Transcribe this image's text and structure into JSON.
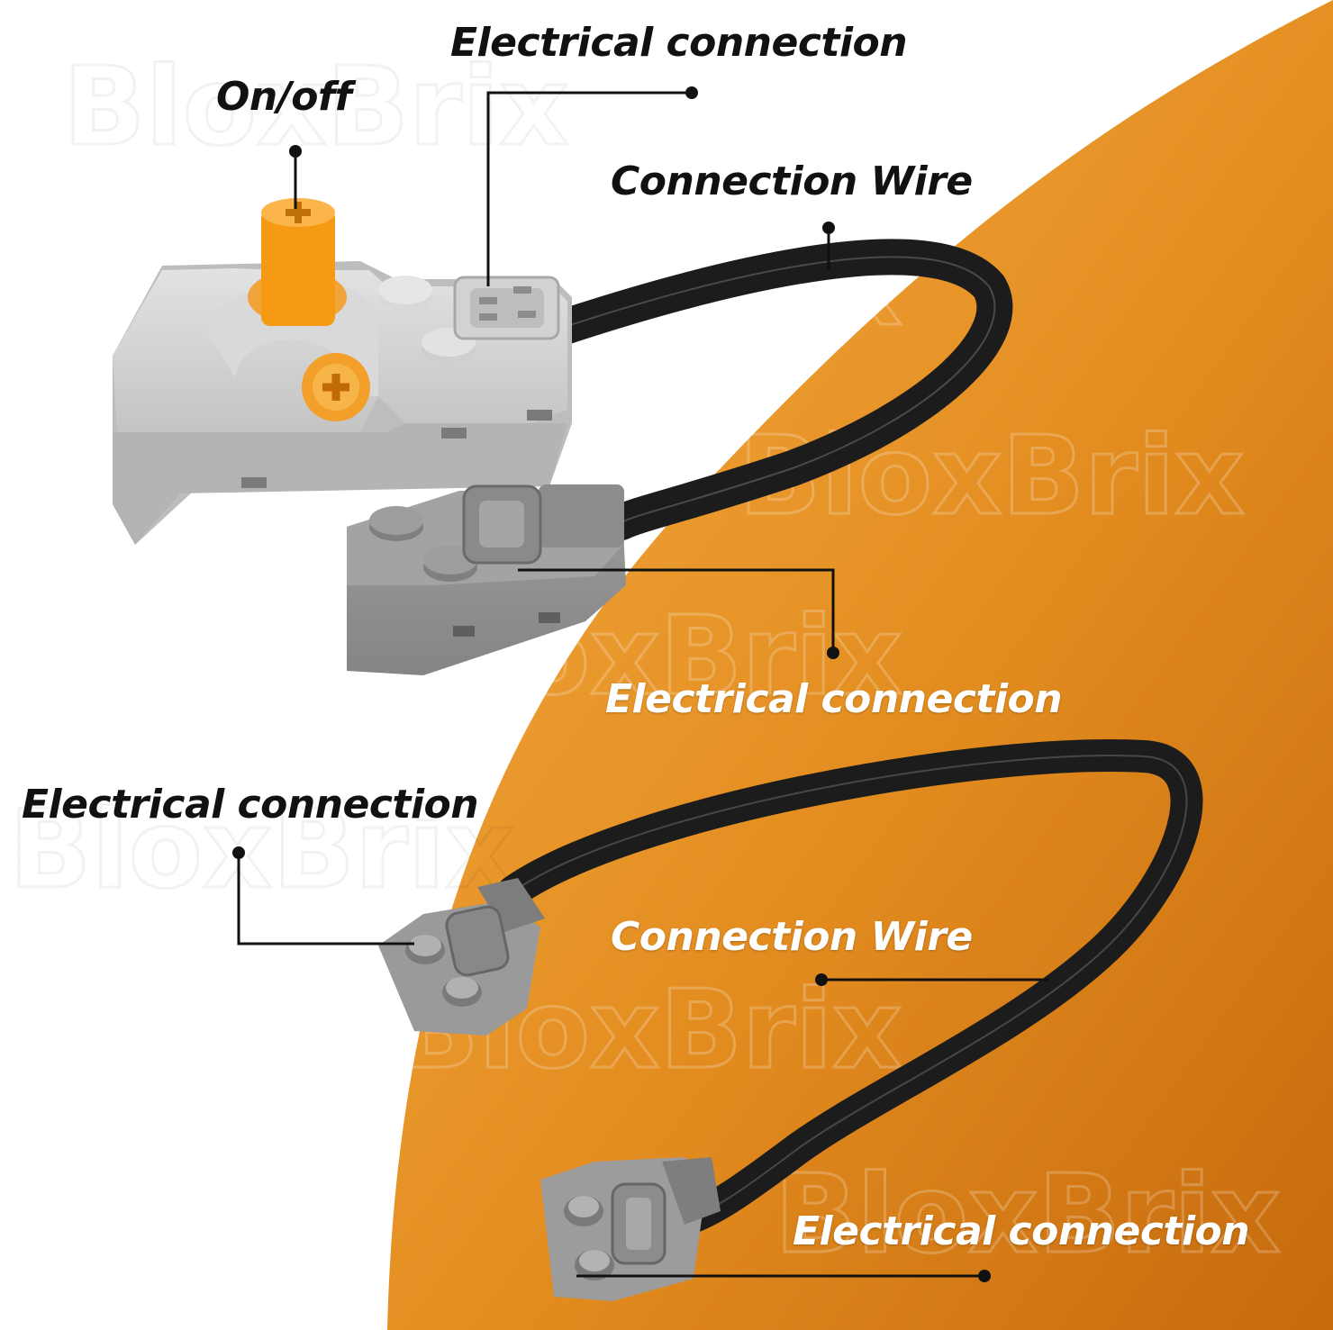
{
  "watermark": "BloxBrix",
  "colors": {
    "orange_light": "#f3a436",
    "orange_dark": "#c96b0c",
    "gray_brick": "#c9c9c9",
    "dark_brick": "#8f8f8f",
    "switch_orange": "#f59a12",
    "wire": "#1b1b1b"
  },
  "labels": {
    "on_off": "On/off",
    "top_electrical": "Electrical connection",
    "top_wire": "Connection Wire",
    "mid_electrical": "Electrical connection",
    "left_electrical": "Electrical connection",
    "bottom_wire": "Connection Wire",
    "bottom_electrical": "Electrical connection"
  }
}
